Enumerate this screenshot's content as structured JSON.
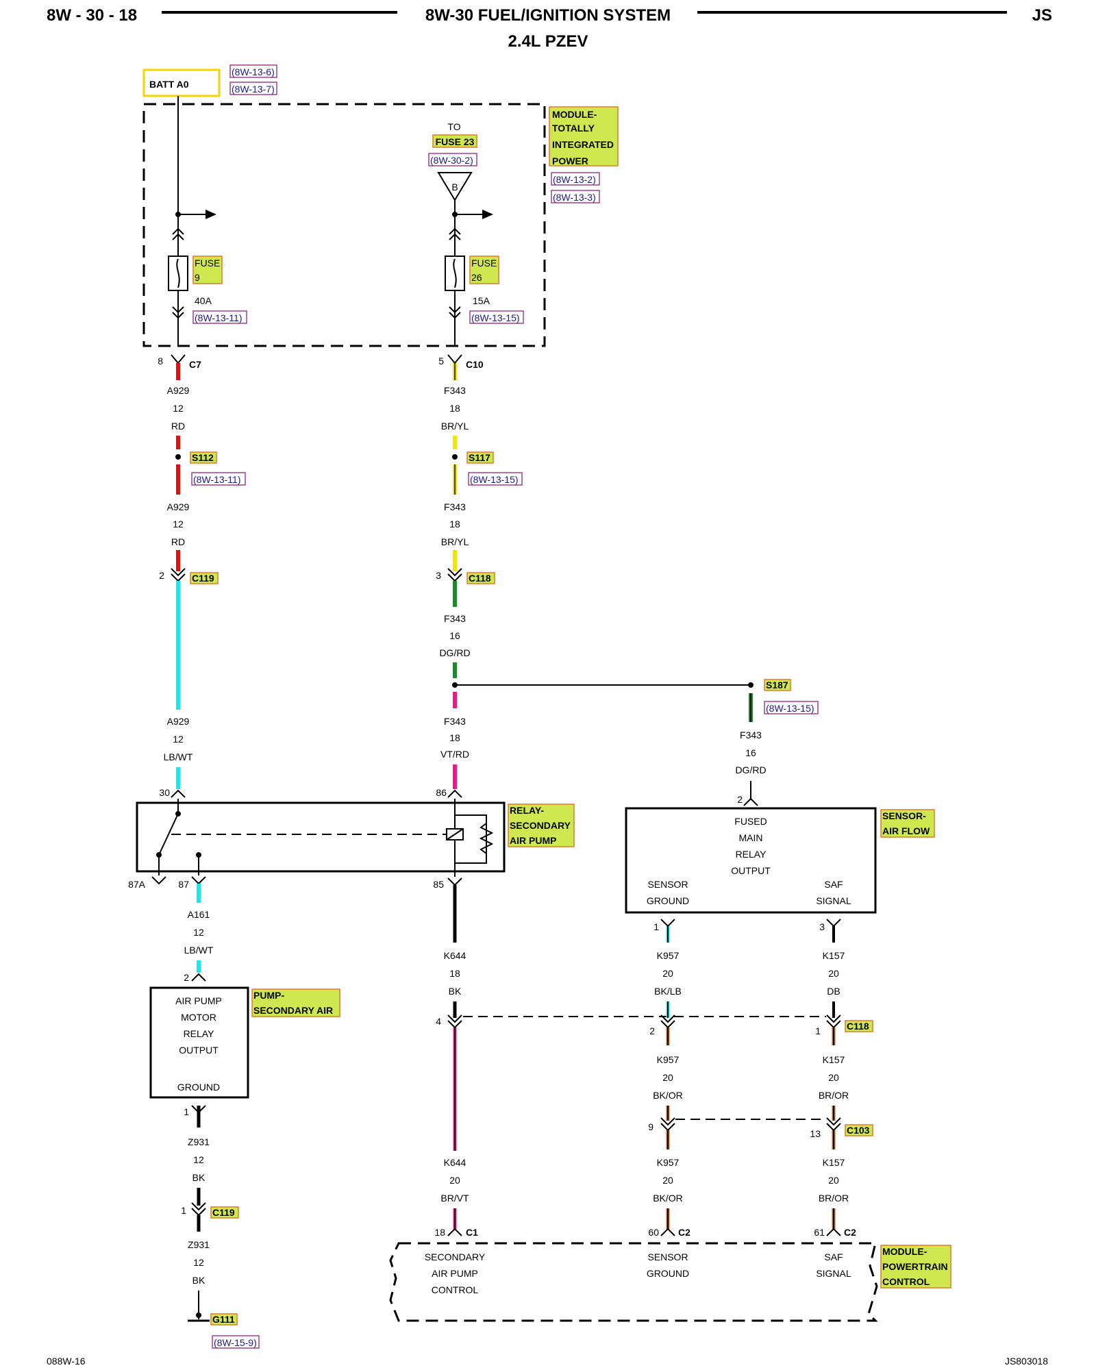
{
  "header": {
    "page_number": "8W - 30 - 18",
    "title": "8W-30 FUEL/IGNITION SYSTEM",
    "subtitle": "2.4L PZEV",
    "code": "JS"
  },
  "footer": {
    "left": "088W-16",
    "right": "JS803018"
  },
  "batt": {
    "label": "BATT A0",
    "ref1": "(8W-13-6)",
    "ref2": "(8W-13-7)"
  },
  "tipm": {
    "label_lines": [
      "MODULE-",
      "TOTALLY",
      "INTEGRATED",
      "POWER"
    ],
    "ref1": "(8W-13-2)",
    "ref2": "(8W-13-3)",
    "to_label": "TO",
    "to_fuse": "FUSE 23",
    "to_ref": "(8W-30-2)",
    "to_conn": "B",
    "fuse_left": {
      "name": "FUSE",
      "num": "9",
      "amp": "40A",
      "ref": "(8W-13-11)"
    },
    "fuse_right": {
      "name": "FUSE",
      "num": "26",
      "amp": "15A",
      "ref": "(8W-13-15)"
    }
  },
  "col_a": {
    "c7_pin": "8",
    "c7": "C7",
    "w1": [
      "A929",
      "12",
      "RD"
    ],
    "splice": "S112",
    "splice_ref": "(8W-13-11)",
    "w2": [
      "A929",
      "12",
      "RD"
    ],
    "c119_pin": "2",
    "c119": "C119",
    "w3": [
      "A929",
      "12",
      "LB/WT"
    ],
    "relay_pin": "30"
  },
  "col_b": {
    "c10_pin": "5",
    "c10": "C10",
    "w1": [
      "F343",
      "18",
      "BR/YL"
    ],
    "splice": "S117",
    "splice_ref": "(8W-13-15)",
    "w2": [
      "F343",
      "18",
      "BR/YL"
    ],
    "c118_pin": "3",
    "c118": "C118",
    "w3": [
      "F343",
      "16",
      "DG/RD"
    ],
    "w4": [
      "F343",
      "18",
      "VT/RD"
    ],
    "relay_pin": "86"
  },
  "col_c": {
    "splice": "S187",
    "splice_ref": "(8W-13-15)",
    "w1": [
      "F343",
      "16",
      "DG/RD"
    ],
    "pin": "2"
  },
  "relay": {
    "label_lines": [
      "RELAY-",
      "SECONDARY",
      "AIR PUMP"
    ],
    "pin_87a": "87A",
    "pin_87": "87",
    "pin_85": "85"
  },
  "maf": {
    "label_lines": [
      "SENSOR-",
      "AIR FLOW"
    ],
    "center_lines": [
      "FUSED",
      "MAIN",
      "RELAY",
      "OUTPUT"
    ],
    "left_lines": [
      "SENSOR",
      "GROUND"
    ],
    "right_lines": [
      "SAF",
      "SIGNAL"
    ],
    "pin_left": "1",
    "pin_right": "3"
  },
  "pump": {
    "label_lines": [
      "PUMP-",
      "SECONDARY AIR"
    ],
    "w_in": [
      "A161",
      "12",
      "LB/WT"
    ],
    "pin_in": "2",
    "center_lines": [
      "AIR PUMP",
      "MOTOR",
      "RELAY",
      "OUTPUT"
    ],
    "ground": "GROUND",
    "pin_out": "1",
    "w_out1": [
      "Z931",
      "12",
      "BK"
    ],
    "c119_pin": "1",
    "c119": "C119",
    "w_out2": [
      "Z931",
      "12",
      "BK"
    ],
    "ground_id": "G111",
    "ground_ref": "(8W-15-9)"
  },
  "k644": {
    "w1": [
      "K644",
      "18",
      "BK"
    ],
    "pin_c118": "4",
    "w2": [
      "K644",
      "20",
      "BR/VT"
    ],
    "pcm_pin": "18",
    "pcm_conn": "C1"
  },
  "k957": {
    "w1": [
      "K957",
      "20",
      "BK/LB"
    ],
    "pin_c118": "2",
    "w2": [
      "K957",
      "20",
      "BK/OR"
    ],
    "pin_c103": "9",
    "w3": [
      "K957",
      "20",
      "BK/OR"
    ],
    "pcm_pin": "60",
    "pcm_conn": "C2"
  },
  "k157": {
    "w1": [
      "K157",
      "20",
      "DB"
    ],
    "pin_c118": "1",
    "c118": "C118",
    "w2": [
      "K157",
      "20",
      "BR/OR"
    ],
    "pin_c103": "13",
    "c103": "C103",
    "w3": [
      "K157",
      "20",
      "BR/OR"
    ],
    "pcm_pin": "61",
    "pcm_conn": "C2"
  },
  "pcm": {
    "label_lines": [
      "MODULE-",
      "POWERTRAIN",
      "CONTROL"
    ],
    "left_lines": [
      "SECONDARY",
      "AIR PUMP",
      "CONTROL"
    ],
    "mid_lines": [
      "SENSOR",
      "GROUND"
    ],
    "right_lines": [
      "SAF",
      "SIGNAL"
    ]
  },
  "wire_colors": {
    "red": "#e01010",
    "yellow": "#f2e600",
    "cyan": "#19e8f0",
    "green": "#1a8a2a",
    "magenta": "#ee1a8a",
    "brown": "#c8641e",
    "black": "#000000"
  }
}
